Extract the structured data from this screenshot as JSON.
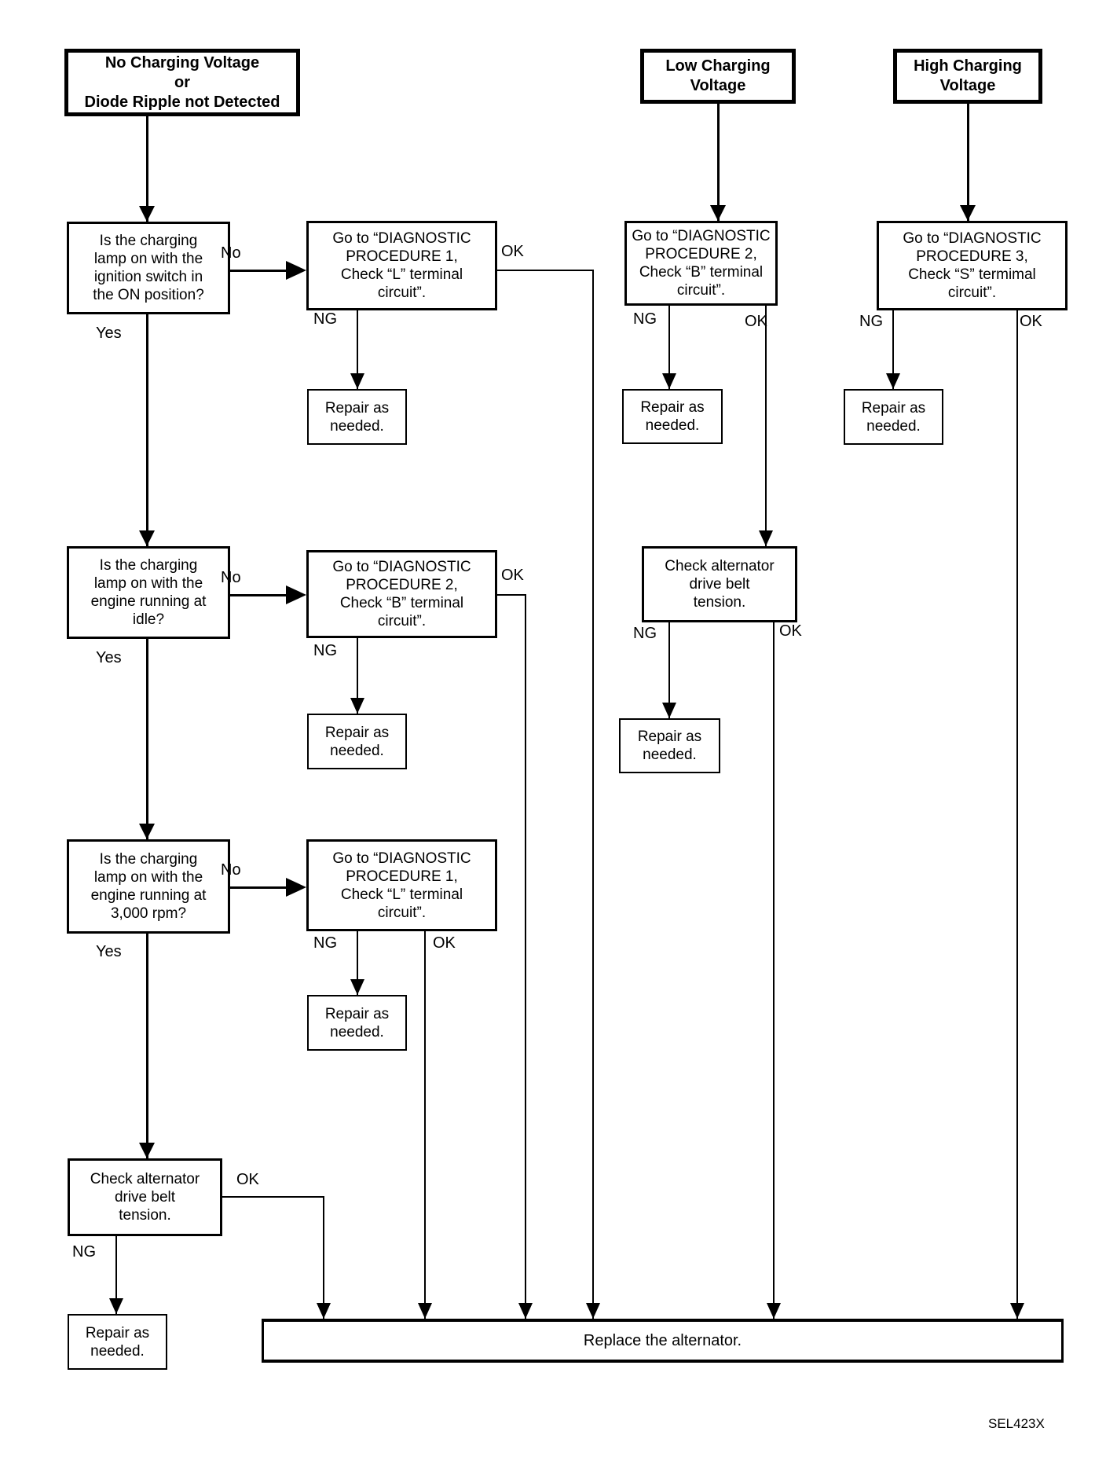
{
  "diagram": {
    "title_implicit": "Alternator charging system trouble diagnoses flowchart",
    "colors": {
      "ink": "#000000",
      "paper": "#ffffff"
    },
    "headers": {
      "no_charging": "No Charging Voltage\nor\nDiode Ripple not Detected",
      "low_charging": "Low Charging\nVoltage",
      "high_charging": "High Charging\nVoltage"
    },
    "questions": {
      "ignition_on": "Is the charging\nlamp on with the\nignition switch in\nthe ON position?",
      "engine_idle": "Is the charging\nlamp on with the\nengine running at\nidle?",
      "engine_3000rpm": "Is the charging\nlamp on with the\nengine running at\n3,000 rpm?"
    },
    "actions": {
      "procedure1": "Go to “DIAGNOSTIC\nPROCEDURE 1,\nCheck “L” terminal\ncircuit”.",
      "procedure2": "Go to “DIAGNOSTIC\nPROCEDURE 2,\nCheck “B” terminal\ncircuit”.",
      "procedure3": "Go to “DIAGNOSTIC\nPROCEDURE 3,\nCheck “S” termimal\ncircuit”.",
      "check_belt": "Check alternator\ndrive belt\ntension.",
      "repair": "Repair as\nneeded.",
      "replace": "Replace the alternator."
    },
    "edge_labels": {
      "yes": "Yes",
      "no": "No",
      "ng": "NG",
      "ok": "OK"
    },
    "ref_code": "SEL423X"
  }
}
